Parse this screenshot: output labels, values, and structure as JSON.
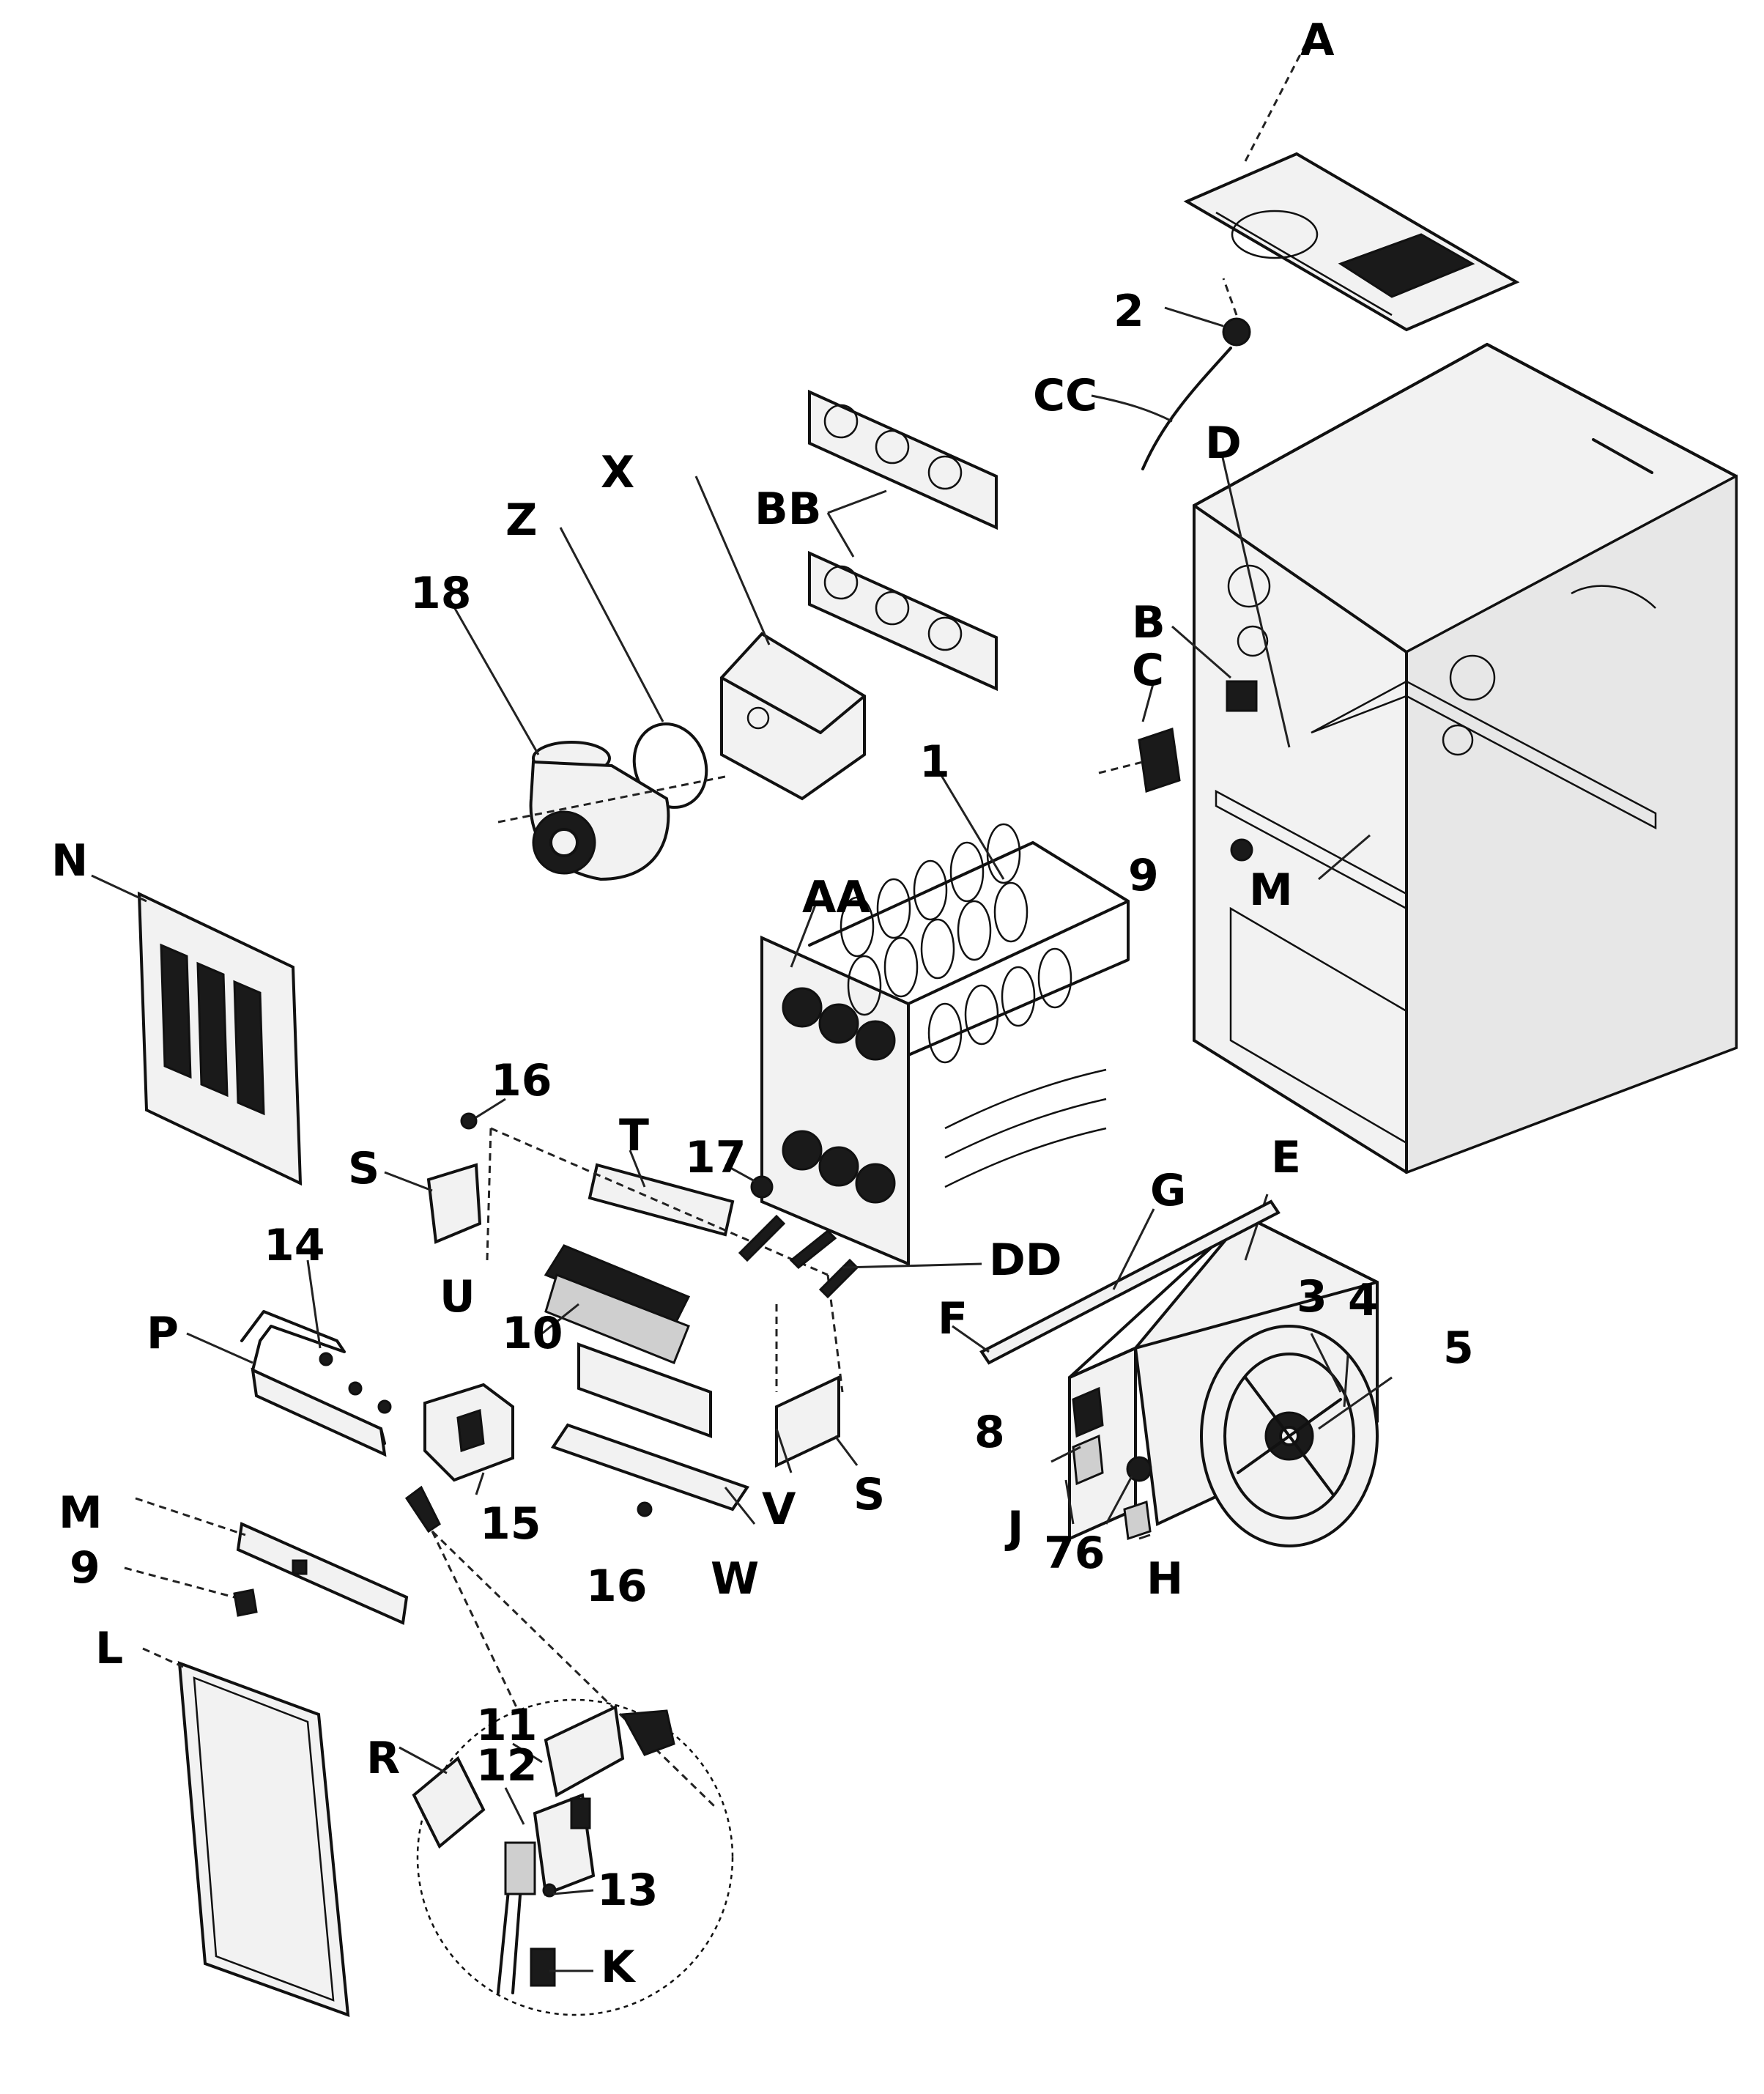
{
  "labels": {
    "A": "A",
    "two": "2",
    "CC": "CC",
    "D": "D",
    "BB": "BB",
    "X": "X",
    "Z": "Z",
    "eighteen": "18",
    "B": "B",
    "C": "C",
    "one": "1",
    "AA": "AA",
    "nine_top": "9",
    "M_upper": "M",
    "N": "N",
    "sixteen_top": "16",
    "T": "T",
    "S_left": "S",
    "seventeen": "17",
    "DD": "DD",
    "U": "U",
    "fourteen": "14",
    "ten": "10",
    "P": "P",
    "G": "G",
    "E": "E",
    "three": "3",
    "four": "4",
    "five": "5",
    "F": "F",
    "eight": "8",
    "fifteen": "15",
    "V": "V",
    "S_right": "S",
    "J": "J",
    "seventy_six": "76",
    "H": "H",
    "M_lower": "M",
    "W": "W",
    "sixteen_bottom": "16",
    "nine_bottom": "9",
    "L": "L",
    "eleven": "11",
    "R": "R",
    "twelve": "12",
    "thirteen": "13",
    "K": "K"
  }
}
